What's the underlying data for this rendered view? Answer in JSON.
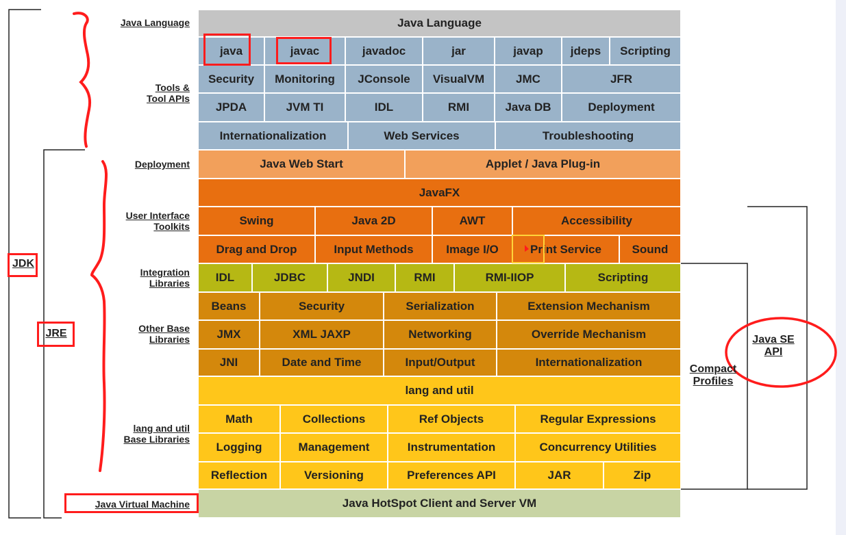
{
  "labels": {
    "java_language": "Java Language",
    "tools_line1": "Tools &",
    "tools_line2": "Tool APIs",
    "deployment": "Deployment",
    "ui_line1": "User Interface",
    "ui_line2": "Toolkits",
    "integration_line1": "Integration",
    "integration_line2": "Libraries",
    "other_line1": "Other Base",
    "other_line2": "Libraries",
    "lang_line1": "lang and util",
    "lang_line2": "Base Libraries",
    "jvm": "Java Virtual Machine"
  },
  "rows": {
    "java_language": [
      "Java Language"
    ],
    "tools1": [
      "java",
      "javac",
      "javadoc",
      "jar",
      "javap",
      "jdeps",
      "Scripting"
    ],
    "tools2": [
      "Security",
      "Monitoring",
      "JConsole",
      "VisualVM",
      "JMC",
      "JFR"
    ],
    "tools3": [
      "JPDA",
      "JVM TI",
      "IDL",
      "RMI",
      "Java DB",
      "Deployment"
    ],
    "tools4": [
      "Internationalization",
      "Web Services",
      "Troubleshooting"
    ],
    "deployment": [
      "Java Web Start",
      "Applet / Java Plug-in"
    ],
    "javafx": [
      "JavaFX"
    ],
    "ui1": [
      "Swing",
      "Java 2D",
      "AWT",
      "Accessibility"
    ],
    "ui2": [
      "Drag and Drop",
      "Input Methods",
      "Image I/O",
      "Print Service",
      "Sound"
    ],
    "integration": [
      "IDL",
      "JDBC",
      "JNDI",
      "RMI",
      "RMI-IIOP",
      "Scripting"
    ],
    "other1": [
      "Beans",
      "Security",
      "Serialization",
      "Extension Mechanism"
    ],
    "other2": [
      "JMX",
      "XML JAXP",
      "Networking",
      "Override Mechanism"
    ],
    "other3": [
      "JNI",
      "Date and Time",
      "Input/Output",
      "Internationalization"
    ],
    "lang_header": [
      "lang and util"
    ],
    "lang1": [
      "Math",
      "Collections",
      "Ref Objects",
      "Regular Expressions"
    ],
    "lang2": [
      "Logging",
      "Management",
      "Instrumentation",
      "Concurrency Utilities"
    ],
    "lang3": [
      "Reflection",
      "Versioning",
      "Preferences API",
      "JAR",
      "Zip"
    ],
    "vm": [
      "Java HotSpot Client and Server VM"
    ]
  },
  "side": {
    "jdk": "JDK",
    "jre": "JRE",
    "compact_line1": "Compact",
    "compact_line2": "Profiles",
    "javase_line1": "Java SE",
    "javase_line2": "API"
  },
  "colors": {
    "gray": "#c4c4c4",
    "tools_blue": "#9ab3c9",
    "deployment_orange": "#f2a05b",
    "ui_orange": "#e86f10",
    "integration_olive": "#b6b814",
    "other_brown": "#d4880c",
    "lang_yellow": "#ffc61a",
    "vm_green": "#c8d4a4",
    "annotation_red": "#ff1c1c"
  }
}
